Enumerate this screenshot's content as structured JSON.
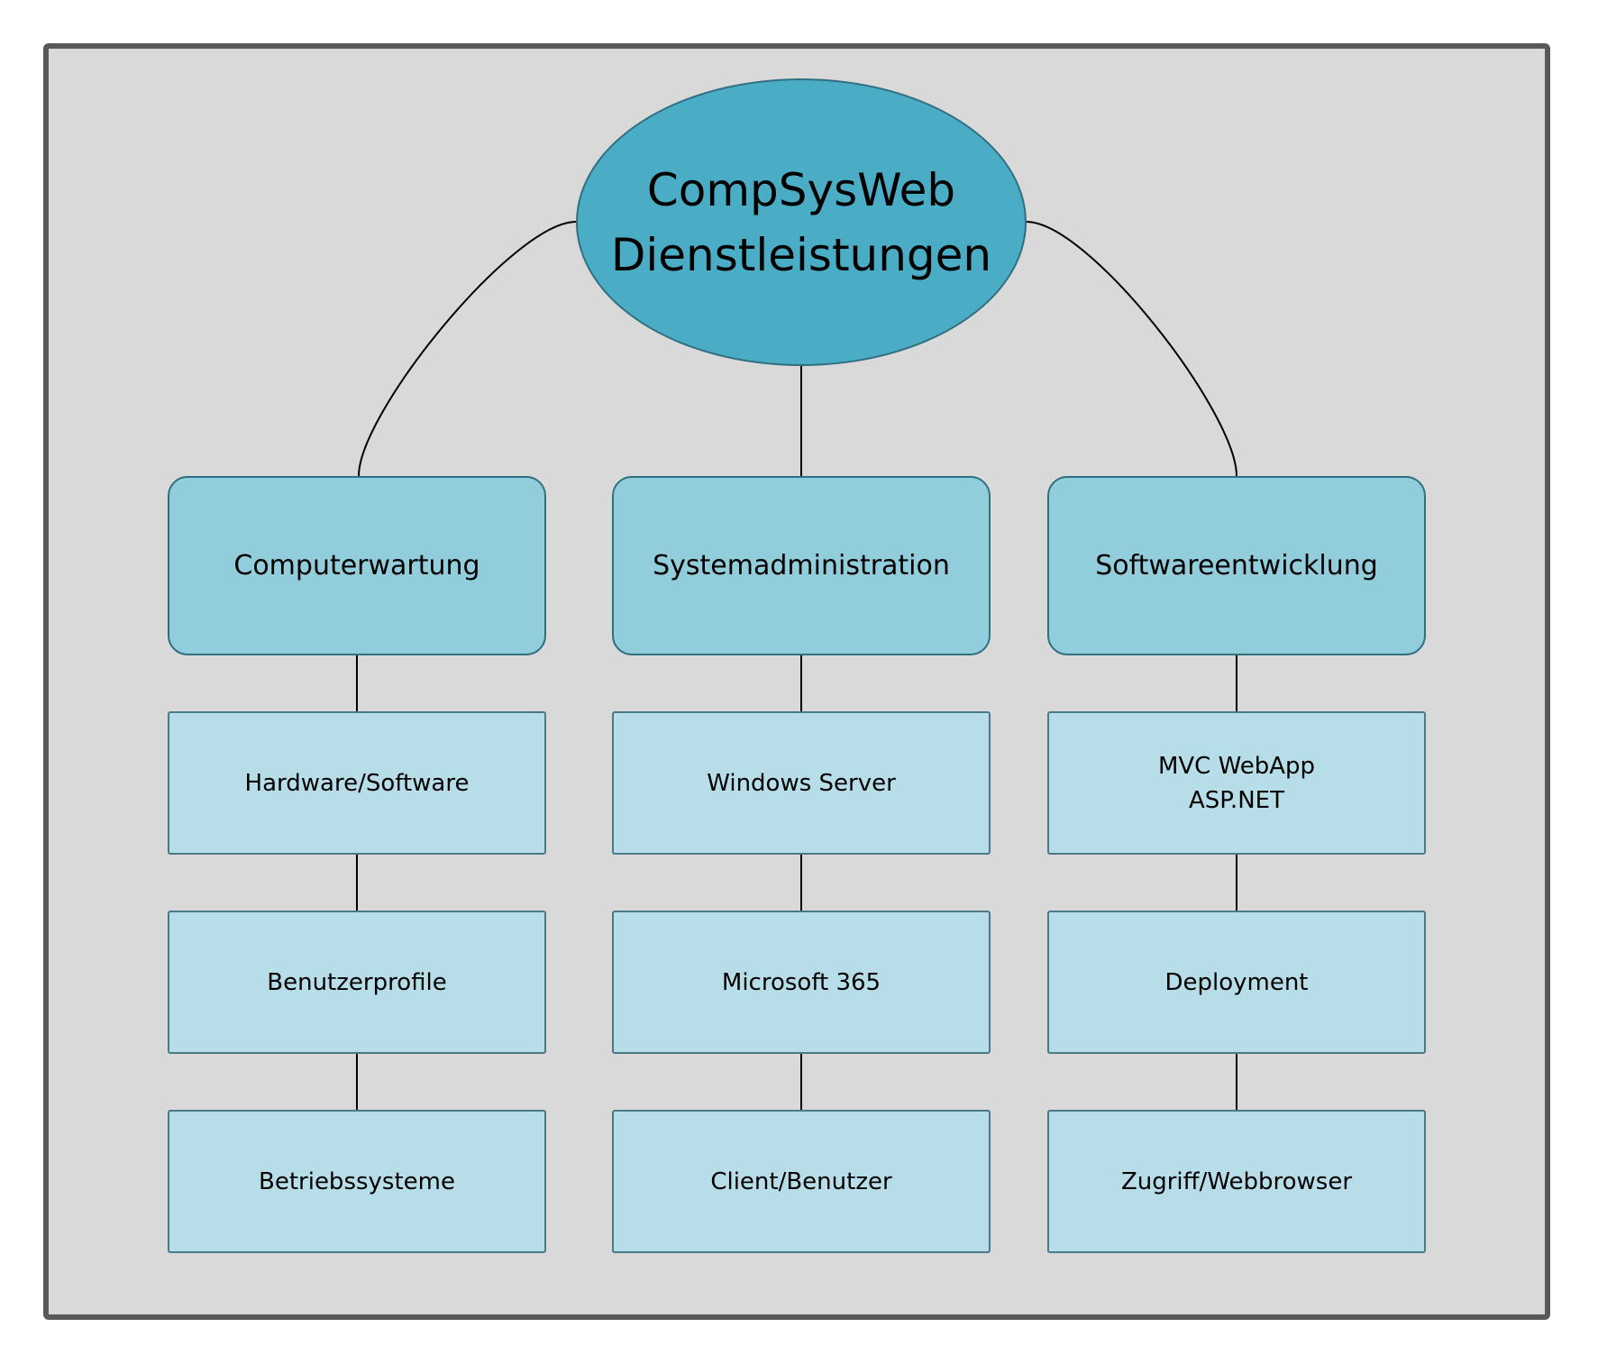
{
  "root": {
    "label": "CompSysWeb\nDienstleistungen"
  },
  "colors": {
    "root_fill": "#4bacc6",
    "category_fill": "#92cddc",
    "item_fill": "#b7dde8",
    "frame_fill": "#d9d9d9",
    "frame_border": "#595959"
  },
  "columns": [
    {
      "title": "Computerwartung",
      "items": [
        "Hardware/Software",
        "Benutzerprofile",
        "Betriebssysteme"
      ]
    },
    {
      "title": "Systemadministration",
      "items": [
        "Windows Server",
        "Microsoft 365",
        "Client/Benutzer"
      ]
    },
    {
      "title": "Softwareentwicklung",
      "items": [
        "MVC WebApp\nASP.NET",
        "Deployment",
        "Zugriff/Webbrowser"
      ]
    }
  ]
}
